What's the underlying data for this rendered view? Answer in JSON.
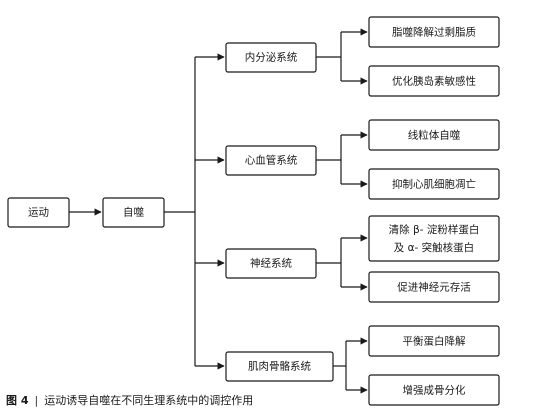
{
  "nodes": {
    "exercise": "运动",
    "autophagy": "自噬",
    "endocrine": "内分泌系统",
    "cardio": "心血管系统",
    "nervous": "神经系统",
    "musculoskeletal": "肌肉骨骼系统",
    "fat_lipolysis": "脂噬降解过剩脂质",
    "insulin": "优化胰岛素敏感性",
    "mitophagy": "线粒体自噬",
    "cardiomyocyte": "抑制心肌细胞凋亡",
    "clearance_line1": "清除 β- 淀粉样蛋白",
    "clearance_line2": "及 α- 突触核蛋白",
    "neuron": "促进神经元存活",
    "protein_balance": "平衡蛋白降解",
    "bone": "增强成骨分化"
  },
  "caption": {
    "label": "图 4",
    "separator": "|",
    "text": "运动诱导自噬在不同生理系统中的调控作用"
  }
}
